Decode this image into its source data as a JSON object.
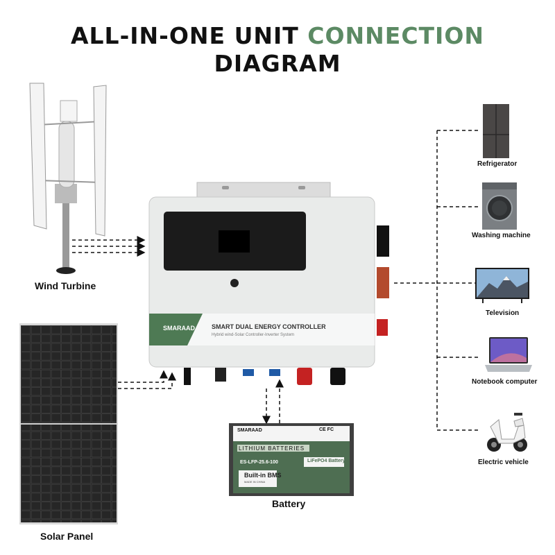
{
  "title": {
    "line1_part1": "ALL-IN-ONE UNIT",
    "line1_part2": "CONNECTION",
    "line2": "DIAGRAM"
  },
  "sources": {
    "wind_turbine": "Wind Turbine",
    "solar_panel": "Solar Panel",
    "battery": "Battery"
  },
  "loads": [
    {
      "label": "Refrigerator",
      "icon": "refrigerator-icon"
    },
    {
      "label": "Washing machine",
      "icon": "washing-machine-icon"
    },
    {
      "label": "Television",
      "icon": "television-icon"
    },
    {
      "label": "Notebook computer",
      "icon": "laptop-icon"
    },
    {
      "label": "Electric vehicle",
      "icon": "scooter-icon"
    }
  ],
  "controller": {
    "brand": "SMARAAD",
    "product_name": "SMART DUAL ENERGY CONTROLLER",
    "subtitle": "Hybrid wind-Solar Controller-Inverter System"
  },
  "battery_unit": {
    "brand": "SMARAAD",
    "header": "LITHIUM BATTERIES",
    "model": "ES-LFP-25.6-100",
    "chemistry": "LiFePO4 Battery",
    "bms": "Built-in BMS",
    "origin": "MADE IN CHINA",
    "cert_marks": "CE FC"
  },
  "colors": {
    "accent_green": "#5c8a64",
    "controller_body": "#e9ebea",
    "battery_green": "#4e6e52",
    "dashed_line": "#111111"
  }
}
